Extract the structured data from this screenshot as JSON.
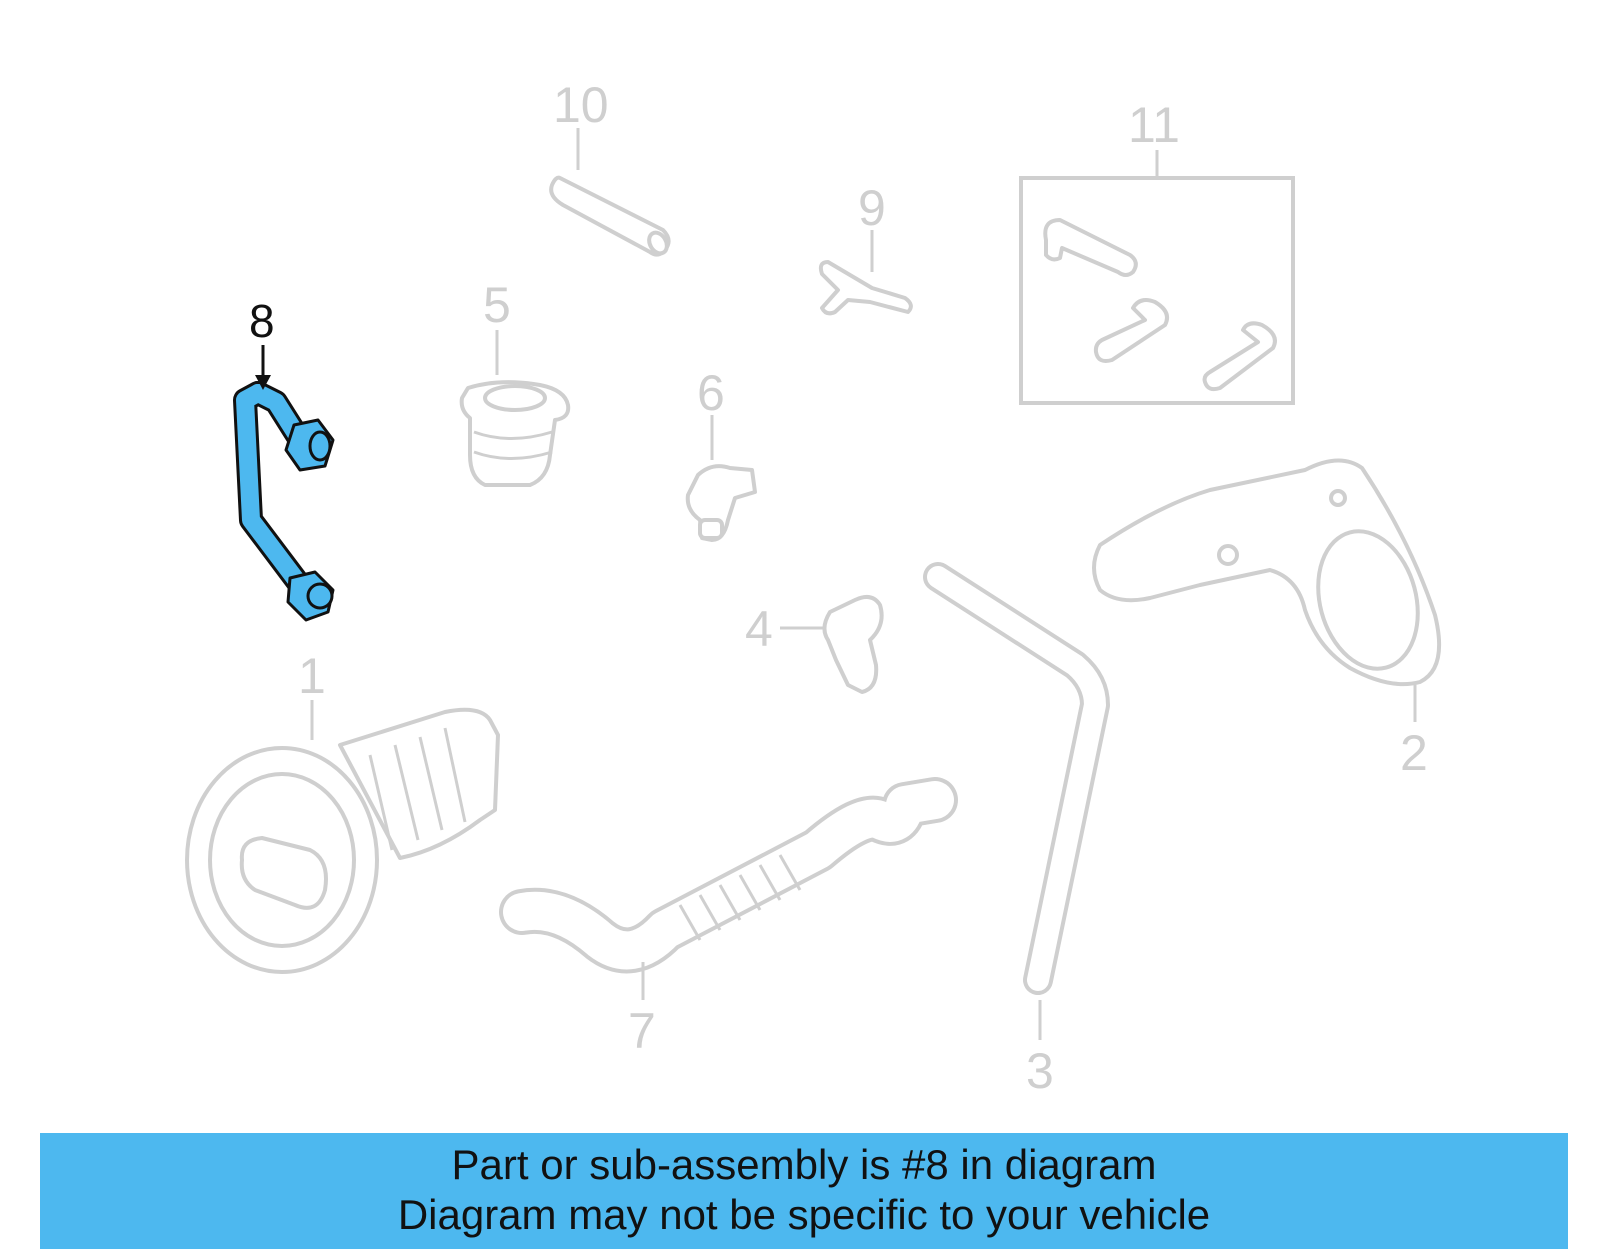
{
  "callouts": {
    "c1": "1",
    "c2": "2",
    "c3": "3",
    "c4": "4",
    "c5": "5",
    "c6": "6",
    "c7": "7",
    "c8": "8",
    "c9": "9",
    "c10": "10",
    "c11": "11"
  },
  "highlighted_part": "8",
  "colors": {
    "highlight": "#4db8ef",
    "muted_part": "#cfcfcf",
    "banner": "#4db8ef"
  },
  "banner": {
    "line1": "Part or sub-assembly is #8 in diagram",
    "line2": "Diagram may not be specific to your vehicle"
  }
}
